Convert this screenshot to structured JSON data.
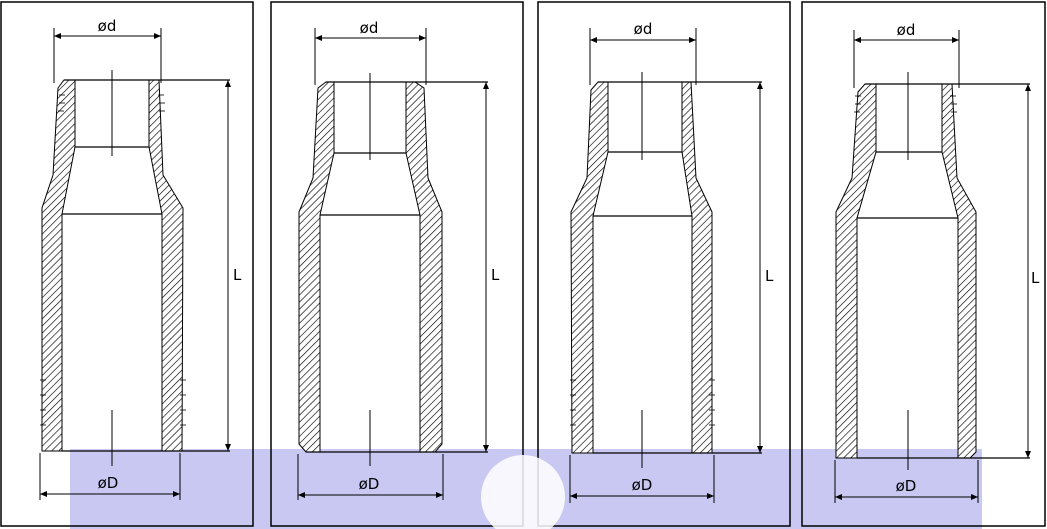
{
  "colors": {
    "background": "#ffffff",
    "line": "#000000",
    "band": "#c8c8f2",
    "watermark": "#ffffff"
  },
  "panels": [
    {
      "variant": "threaded-both-ends",
      "dia_small_label": "ød",
      "dia_large_label": "øD",
      "length_label": "L"
    },
    {
      "variant": "beveled-both-ends",
      "dia_small_label": "ød",
      "dia_large_label": "øD",
      "length_label": "L"
    },
    {
      "variant": "threaded-small-end",
      "dia_small_label": "ød",
      "dia_large_label": "øD",
      "length_label": "L"
    },
    {
      "variant": "threaded-large-end",
      "dia_small_label": "ød",
      "dia_large_label": "øD",
      "length_label": "L"
    }
  ]
}
